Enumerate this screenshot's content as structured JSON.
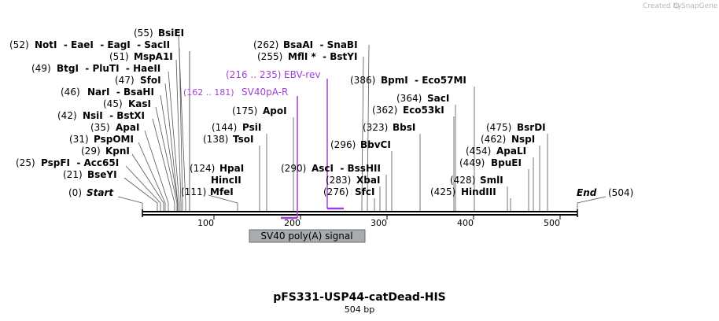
{
  "credit": {
    "prefix": "Created by",
    "brand": "SnapGene"
  },
  "title": "pFS331-USP44-catDead-HIS",
  "length_label": "504 bp",
  "axis": {
    "ticks": [
      "100",
      "200",
      "300",
      "400",
      "500"
    ]
  },
  "start_label": {
    "num": "(0)",
    "name": "Start"
  },
  "end_label": {
    "num": "(504)",
    "name": "End"
  },
  "feature": {
    "name": "SV40 poly(A) signal",
    "color": "#a8abaf"
  },
  "primers": [
    {
      "range": "(216 .. 235)",
      "name": "EBV-rev"
    },
    {
      "range": "(162 .. 181)",
      "name": "SV40pA-R"
    }
  ],
  "sites": [
    {
      "num": "(55)",
      "name": "BsiEI"
    },
    {
      "num": "(52)",
      "name": "NotI  - EaeI  - EagI  - SacII"
    },
    {
      "num": "(51)",
      "name": "MspA1I"
    },
    {
      "num": "(49)",
      "name": "BtgI  - PluTI  - HaeII"
    },
    {
      "num": "(47)",
      "name": "SfoI"
    },
    {
      "num": "(46)",
      "name": "NarI  - BsaHI"
    },
    {
      "num": "(45)",
      "name": "KasI"
    },
    {
      "num": "(42)",
      "name": "NsiI  - BstXI"
    },
    {
      "num": "(35)",
      "name": "ApaI"
    },
    {
      "num": "(31)",
      "name": "PspOMI"
    },
    {
      "num": "(29)",
      "name": "KpnI"
    },
    {
      "num": "(25)",
      "name": "PspFI  - Acc65I"
    },
    {
      "num": "(21)",
      "name": "BseYI"
    },
    {
      "num": "(124)",
      "name": "HpaI"
    },
    {
      "num": "",
      "name": "HincII"
    },
    {
      "num": "(111)",
      "name": "MfeI"
    },
    {
      "num": "(175)",
      "name": "ApoI"
    },
    {
      "num": "(144)",
      "name": "PsiI"
    },
    {
      "num": "(138)",
      "name": "TsoI"
    },
    {
      "num": "(262)",
      "name": "BsaAI  - SnaBI"
    },
    {
      "num": "(255)",
      "name": "MflI *  - BstYI"
    },
    {
      "num": "(296)",
      "name": "BbvCI"
    },
    {
      "num": "(290)",
      "name": "AscI  - BssHII"
    },
    {
      "num": "(283)",
      "name": "XbaI"
    },
    {
      "num": "(276)",
      "name": "SfcI"
    },
    {
      "num": "(386)",
      "name": "BpmI  - Eco57MI"
    },
    {
      "num": "(364)",
      "name": "SacI"
    },
    {
      "num": "(362)",
      "name": "Eco53kI"
    },
    {
      "num": "(323)",
      "name": "BbsI"
    },
    {
      "num": "(428)",
      "name": "SmlI"
    },
    {
      "num": "(425)",
      "name": "HindIII"
    },
    {
      "num": "(475)",
      "name": "BsrDI"
    },
    {
      "num": "(462)",
      "name": "NspI"
    },
    {
      "num": "(454)",
      "name": "ApaLI"
    },
    {
      "num": "(449)",
      "name": "BpuEI"
    }
  ]
}
